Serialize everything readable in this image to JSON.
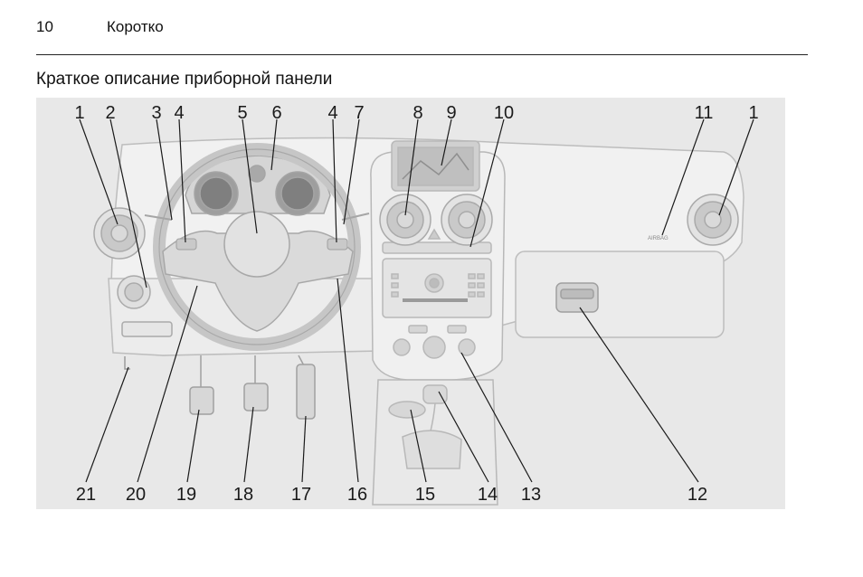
{
  "page_number": "10",
  "section": "Коротко",
  "title": "Краткое описание приборной панели",
  "top_callouts": [
    "1",
    "2",
    "3",
    "4",
    "5",
    "6",
    "4",
    "7",
    "8",
    "9",
    "10",
    "11",
    "1"
  ],
  "bottom_callouts": [
    "21",
    "20",
    "19",
    "18",
    "17",
    "16",
    "15",
    "14",
    "13",
    "12"
  ],
  "airbag_text": "AIRBAG"
}
